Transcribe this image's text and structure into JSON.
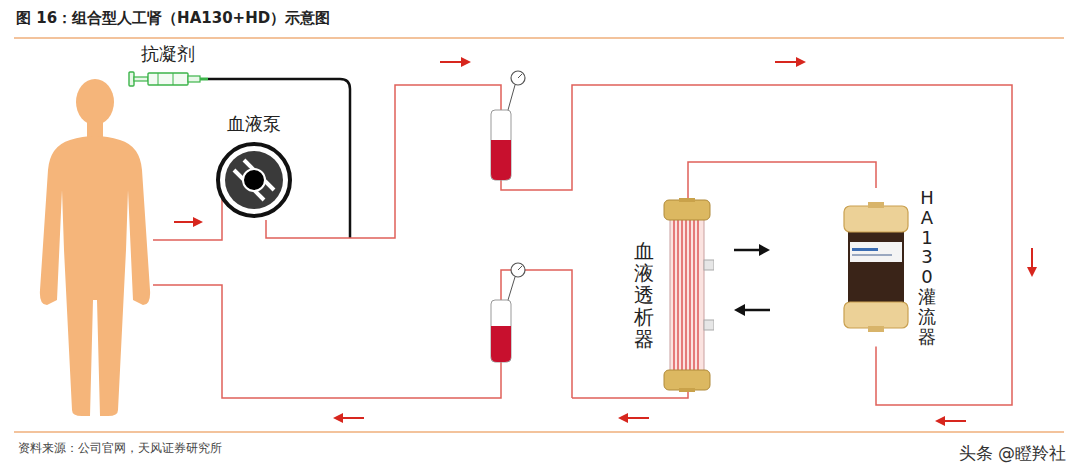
{
  "diagram": {
    "title": "图 16：组合型人工肾（HA130+HD）示意图",
    "nodes": [
      {
        "text": [
          "抗凝剂"
        ]
      },
      {
        "text": [
          "血液泵"
        ]
      },
      {
        "text": [
          "血液透析器"
        ]
      },
      {
        "text": [
          "HA130灌流器"
        ]
      }
    ],
    "edges": [
      {
        "from": 1,
        "to": 3,
        "arrow": "none"
      },
      {
        "from": 3,
        "to": 2,
        "arrow": "none"
      }
    ],
    "labels": [
      "资料来源：公司官网，天风证券研究所",
      "头条 @瞪羚社"
    ]
  }
}
